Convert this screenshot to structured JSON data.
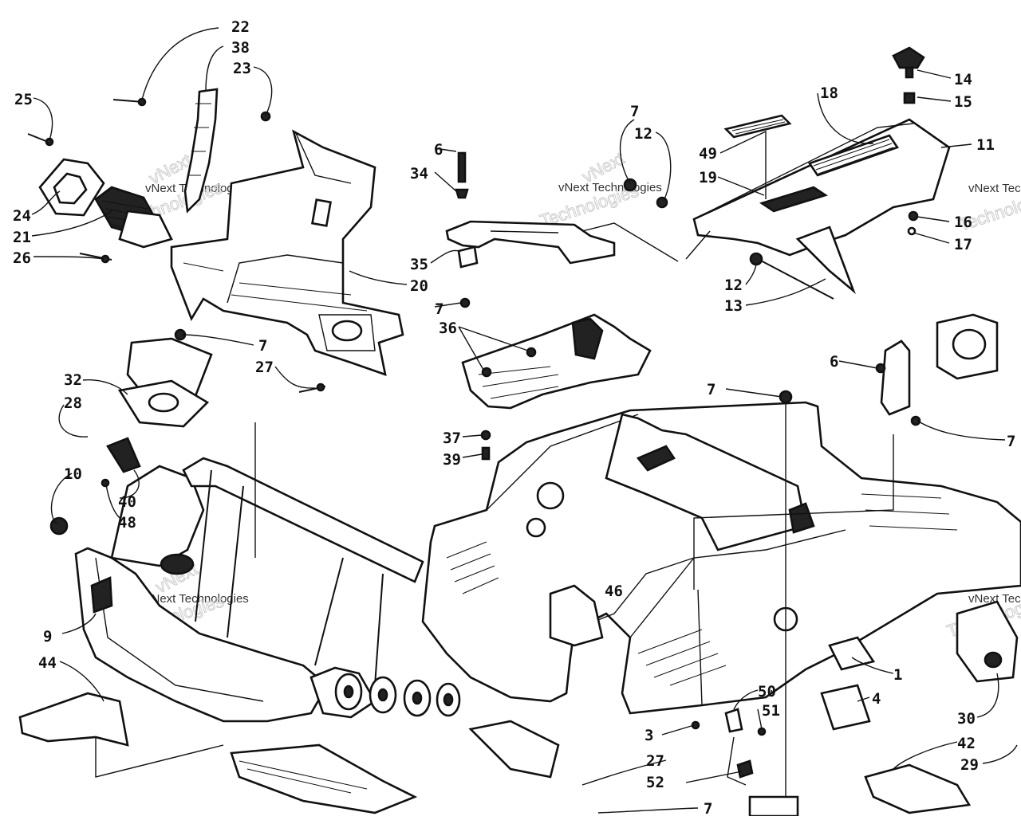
{
  "diagram": {
    "callouts": {
      "c22": "22",
      "c38": "38",
      "c23": "23",
      "c25": "25",
      "c24": "24",
      "c21": "21",
      "c26": "26",
      "c20": "20",
      "c7_top": "7",
      "c12_top": "12",
      "c6_top": "6",
      "c34": "34",
      "c35": "35",
      "c7_mid": "7",
      "c18": "18",
      "c14": "14",
      "c15": "15",
      "c11": "11",
      "c49": "49",
      "c19": "19",
      "c16": "16",
      "c17": "17",
      "c12_mid": "12",
      "c13": "13",
      "c36": "36",
      "c7_left": "7",
      "c27_top": "27",
      "c32": "32",
      "c28": "28",
      "c37": "37",
      "c39": "39",
      "c6_right": "6",
      "c7_right": "7",
      "c7_center": "7",
      "c10": "10",
      "c40": "40",
      "c48": "48",
      "c9": "9",
      "c44": "44",
      "c1": "1",
      "c50": "50",
      "c51": "51",
      "c4": "4",
      "c3": "3",
      "c27_bottom": "27",
      "c52": "52",
      "c7_bottom": "7",
      "c42": "42",
      "c29": "29",
      "c30": "30",
      "c46": "46"
    },
    "watermarks": {
      "brand": "vNext",
      "company": "vNext Technologies",
      "word": "Technologies"
    }
  }
}
